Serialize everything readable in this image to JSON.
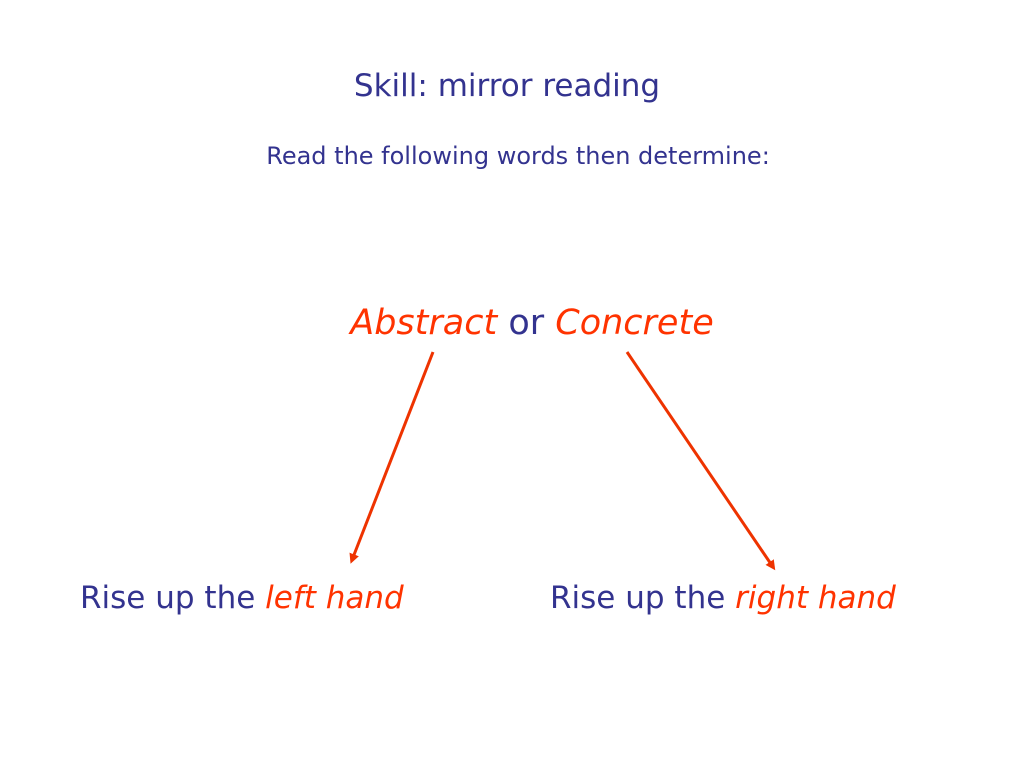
{
  "slide": {
    "title": "Skill: mirror reading",
    "subtitle": "Read the following words then determine:",
    "choice": {
      "option_a": "Abstract",
      "connector": "or",
      "option_b": "Concrete"
    },
    "left_result": {
      "prefix": "Rise up the",
      "emphasis": "left hand"
    },
    "right_result": {
      "prefix": "Rise up the",
      "emphasis": "right hand"
    }
  },
  "colors": {
    "text": "#33338f",
    "accent": "#ff3300",
    "arrow": "#ee3300",
    "background": "#ffffff"
  },
  "icons": {
    "arrow_left": "arrow-down-left-icon",
    "arrow_right": "arrow-down-right-icon"
  }
}
